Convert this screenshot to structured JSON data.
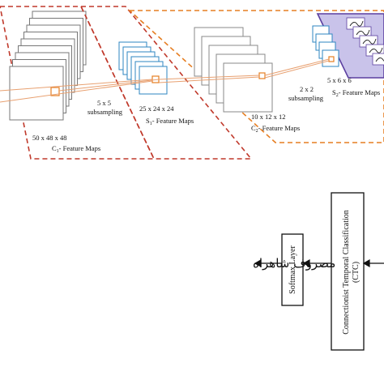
{
  "cnn": {
    "c1": {
      "size": "50 x 48 x 48",
      "label": "C",
      "sub": "1",
      "suffix": "- Feature Maps"
    },
    "sub1": {
      "line1": "5 x 5",
      "line2": "subsampling"
    },
    "s1": {
      "size": "25 x 24 x 24",
      "label": "S",
      "sub": "1",
      "suffix": "- Feature Maps"
    },
    "c2": {
      "size": "10 x 12 x 12",
      "label": "C",
      "sub": "2",
      "suffix": "- Feature Maps"
    },
    "sub2": {
      "line1": "2 x 2",
      "line2": "subsampling"
    },
    "s2": {
      "size": "5 x 6 x 6",
      "label": "S",
      "sub": "2",
      "suffix": "- Feature Maps"
    }
  },
  "pipeline": {
    "output_text": "مصروف شاهراه",
    "softmax": "Softmax Layer",
    "ctc_line1": "Connectionist Temporal Classification",
    "ctc_line2": "(CTC)"
  },
  "colors": {
    "c1_dash": "#c0392b",
    "c2_dash": "#e67e22",
    "s1_dash": "#c0392b",
    "s2_frame": "#5b3fa0",
    "s2_fill": "#c9c3ea",
    "map_stroke": "#2e86c1",
    "conn": "#e8a070",
    "highlight": "#e67e22"
  }
}
